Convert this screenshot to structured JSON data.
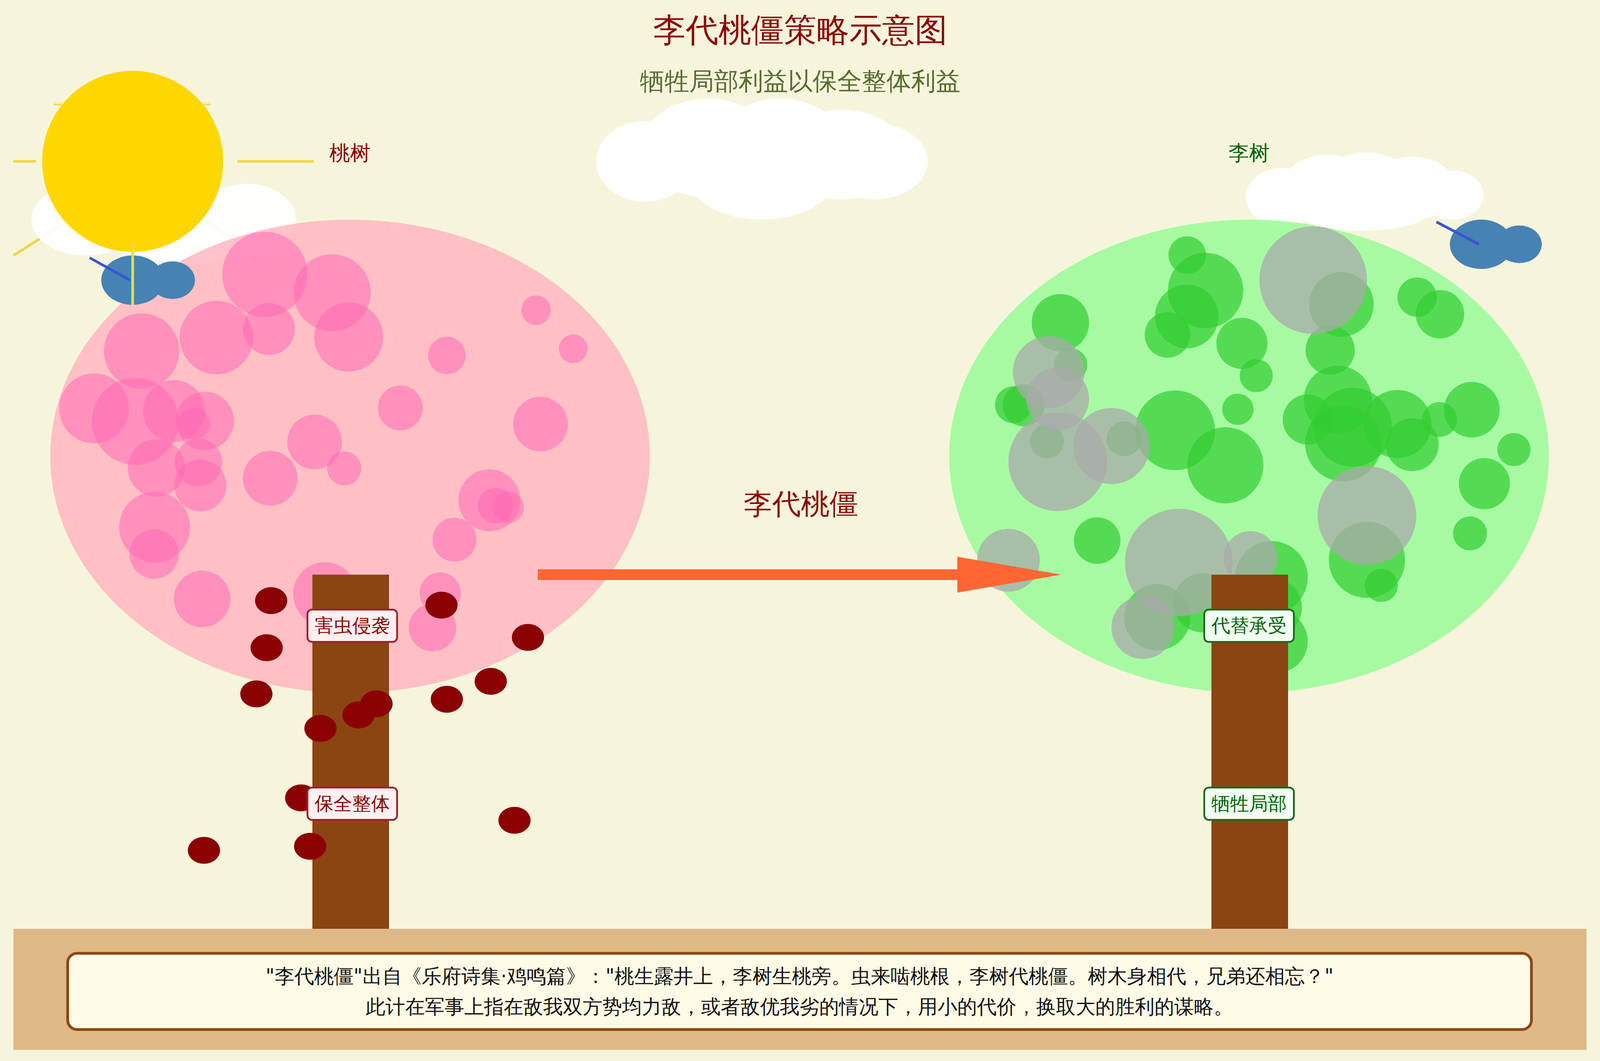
{
  "diagram": {
    "title": "李代桃僵策略示意图",
    "nodes": [
      {
        "text": [
          "害虫侵袭"
        ]
      },
      {
        "text": [
          "代替承受"
        ]
      },
      {
        "text": [
          "保全整体"
        ]
      },
      {
        "text": [
          "牺牲局部"
        ]
      },
      {
        "text": [
          "\"李代桃僵\"出自《乐府诗集·鸡鸣篇》：\"桃生露井上，李树生桃旁。虫来啮桃根，李树代桃僵。树木身相代，兄弟还相忘？\"",
          "此计在军事上指在敌我双方势均力敌，或者敌优我劣的情况下，用小的代价，换取大的胜利的谋略。"
        ]
      }
    ],
    "labels": [
      "牺牲局部利益以保全整体利益",
      "桃树",
      "李树",
      "李代桃僵"
    ]
  }
}
